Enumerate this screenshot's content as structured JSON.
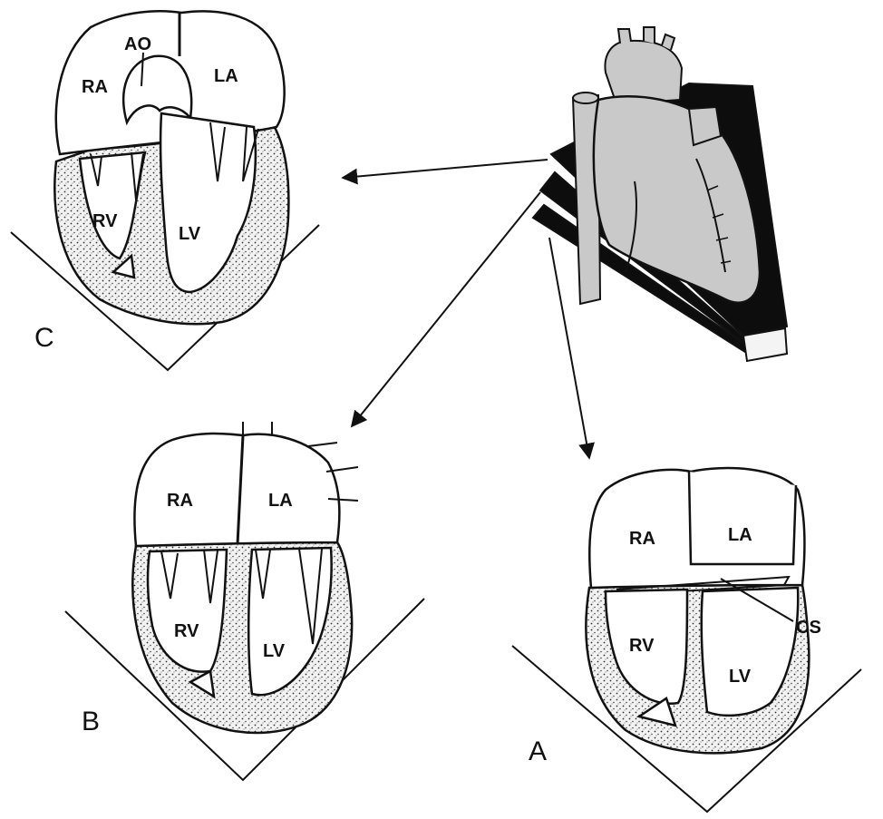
{
  "panels": {
    "C": {
      "letter": "C",
      "ao": "AO",
      "ra": "RA",
      "la": "LA",
      "rv": "RV",
      "lv": "LV"
    },
    "B": {
      "letter": "B",
      "ra": "RA",
      "la": "LA",
      "rv": "RV",
      "lv": "LV"
    },
    "A": {
      "letter": "A",
      "ra": "RA",
      "la": "LA",
      "rv": "RV",
      "lv": "LV",
      "cs": "CS"
    }
  }
}
